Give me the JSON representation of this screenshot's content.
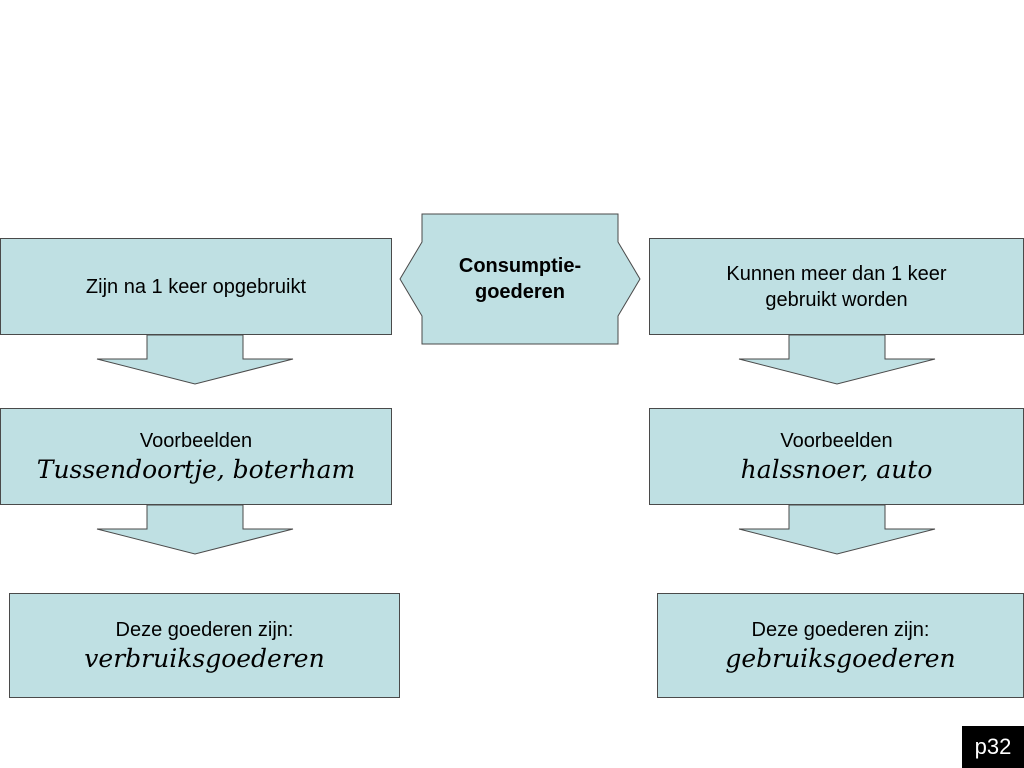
{
  "center": {
    "label": "Consumptie- goederen"
  },
  "left": {
    "top_text": "Zijn na 1 keer opgebruikt",
    "examples_heading": "Voorbeelden",
    "examples": "Tussendoortje, boterham",
    "conclusion_heading": "Deze goederen zijn:",
    "conclusion": "verbruiksgoederen"
  },
  "right": {
    "top_text": "Kunnen meer dan 1 keer gebruikt worden",
    "examples_heading": "Voorbeelden",
    "examples": "halssnoer, auto",
    "conclusion_heading": "Deze goederen zijn:",
    "conclusion": "gebruiksgoederen"
  },
  "page_number": "p32",
  "colors": {
    "fill": "#bfe0e3",
    "stroke": "#4a4a4a",
    "badge": "#000000"
  }
}
